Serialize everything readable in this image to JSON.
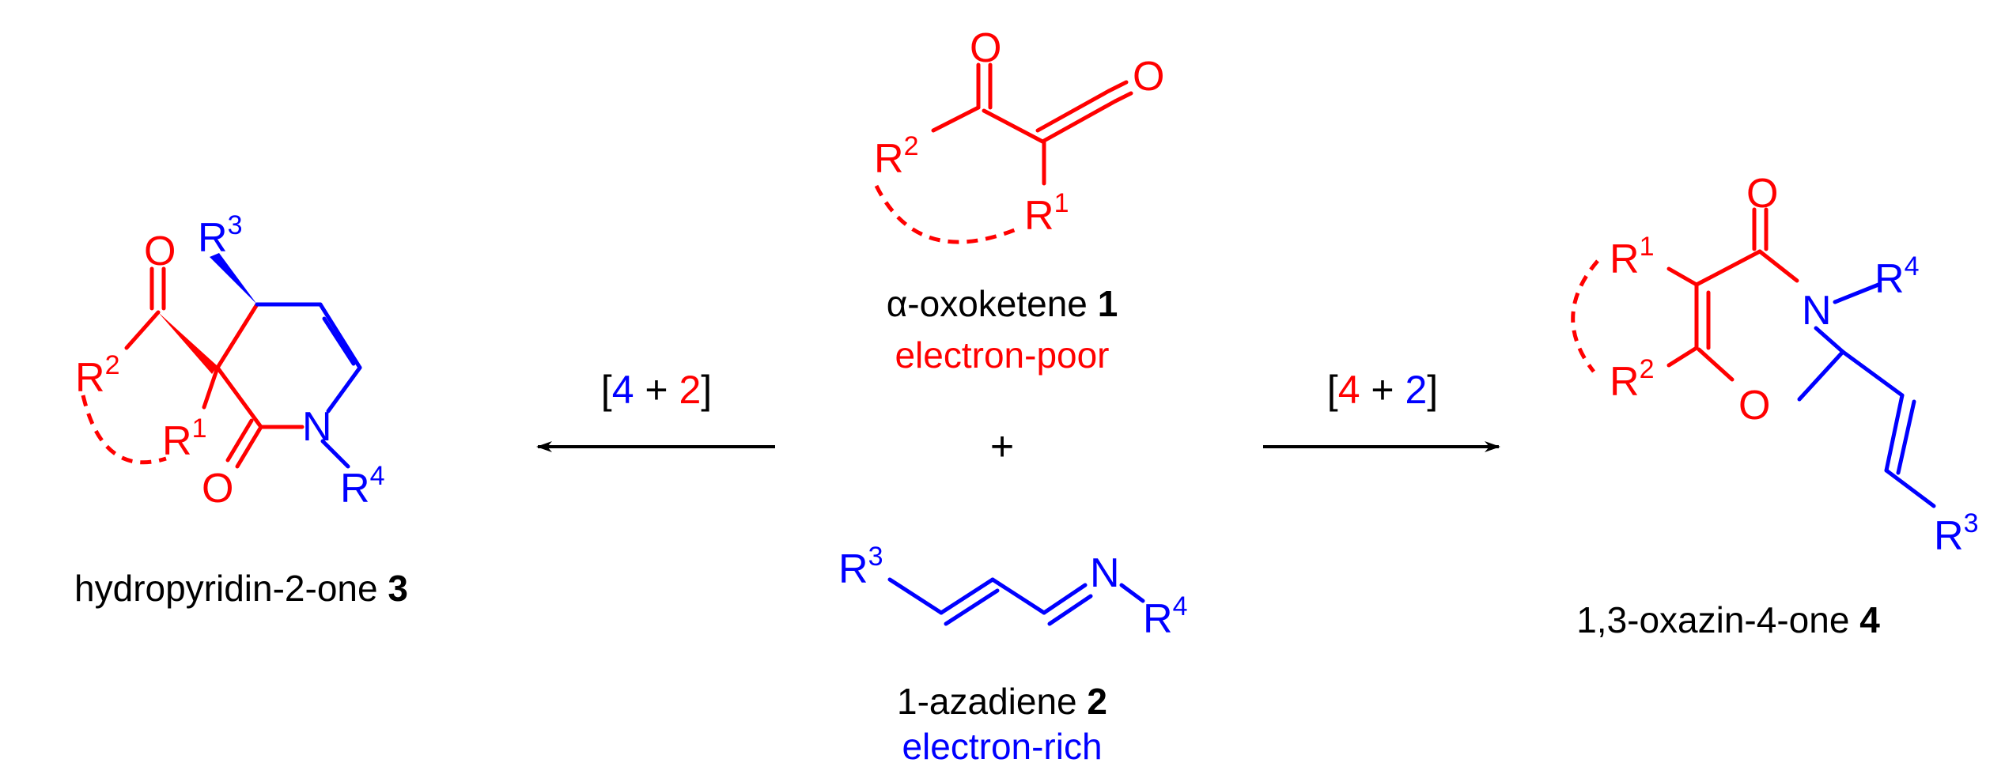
{
  "colors": {
    "red": "#ff0000",
    "blue": "#0000ff",
    "black": "#000000"
  },
  "atoms": {
    "O": "O",
    "N": "N",
    "R": "R",
    "sup1": "1",
    "sup2": "2",
    "sup3": "3",
    "sup4": "4"
  },
  "reactant1": {
    "name": "α-oxoketene",
    "number": "1",
    "property": "electron-poor"
  },
  "reactant2": {
    "name": "1-azadiene",
    "number": "2",
    "property": "electron-rich"
  },
  "plus": "+",
  "left_arrow": {
    "open": "[",
    "first": "4",
    "plus": " + ",
    "second": "2",
    "close": "]"
  },
  "right_arrow": {
    "open": "[",
    "first": "4",
    "plus": " + ",
    "second": "2",
    "close": "]"
  },
  "product3": {
    "name": "hydropyridin-2-one",
    "number": "3"
  },
  "product4": {
    "name": "1,3-oxazin-4-one",
    "number": "4"
  }
}
